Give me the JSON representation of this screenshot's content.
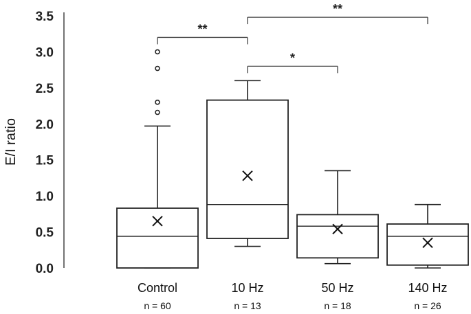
{
  "chart_data": {
    "type": "box",
    "ylabel": "E/I ratio",
    "ylim": [
      0,
      3.5
    ],
    "yticks": [
      "0.0",
      "0.5",
      "1.0",
      "1.5",
      "2.0",
      "2.5",
      "3.0",
      "3.5"
    ],
    "ytick_values": [
      0,
      0.5,
      1.0,
      1.5,
      2.0,
      2.5,
      3.0,
      3.5
    ],
    "categories": [
      "Control",
      "10 Hz",
      "50 Hz",
      "140 Hz"
    ],
    "counts": [
      "n = 60",
      "n = 13",
      "n = 18",
      "n = 26"
    ],
    "boxes": [
      {
        "min": 0.0,
        "q1": 0.0,
        "median": 0.44,
        "q3": 0.83,
        "max": 1.97,
        "mean": 0.65,
        "outliers": [
          2.16,
          2.3,
          2.77,
          3.0
        ]
      },
      {
        "min": 0.3,
        "q1": 0.41,
        "median": 0.88,
        "q3": 2.33,
        "max": 2.6,
        "mean": 1.28,
        "outliers": []
      },
      {
        "min": 0.06,
        "q1": 0.14,
        "median": 0.58,
        "q3": 0.74,
        "max": 1.35,
        "mean": 0.54,
        "outliers": []
      },
      {
        "min": 0.0,
        "q1": 0.04,
        "median": 0.44,
        "q3": 0.61,
        "max": 0.88,
        "mean": 0.35,
        "outliers": []
      }
    ],
    "significance": [
      {
        "from": 0,
        "to": 1,
        "label": "**",
        "y": 3.2
      },
      {
        "from": 1,
        "to": 2,
        "label": "*",
        "y": 2.8
      },
      {
        "from": 1,
        "to": 3,
        "label": "**",
        "y": 3.48
      }
    ],
    "grid": false,
    "legend": "none"
  }
}
